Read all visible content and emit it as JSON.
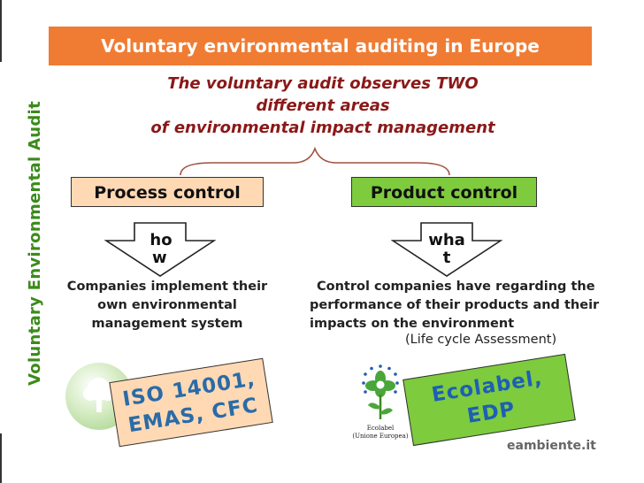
{
  "side_title": "Voluntary Environmental Audit",
  "header": {
    "title": "Voluntary environmental auditing in Europe"
  },
  "subtitle": {
    "line1": "The voluntary audit observes TWO",
    "line2": "different areas",
    "line3": "of environmental impact management"
  },
  "process": {
    "label": "Process control",
    "arrow_line1": "ho",
    "arrow_line2": "w",
    "desc_line1": "Companies implement their",
    "desc_line2": "own environmental",
    "desc_line3": "management system",
    "stamp_line1": "ISO 14001,",
    "stamp_line2": "EMAS, CFC"
  },
  "product": {
    "label": "Product control",
    "arrow_line1": "wha",
    "arrow_line2": "t",
    "desc_line1": "Control companies have regarding the",
    "desc_line2": "performance of their products and their",
    "desc_line3": "impacts on the environment",
    "lca": "(Life cycle Assessment)",
    "stamp_line1": "Ecolabel,",
    "stamp_line2": "EDP"
  },
  "ecolabel_logo": {
    "caption_line1": "Ecolabel",
    "caption_line2": "(Unione Europea)"
  },
  "brand": "eambiente.it",
  "colors": {
    "header_bg": "#f07c33",
    "side_title": "#3a8b1a",
    "subtitle": "#8b1818",
    "process_fill": "#ffd9b4",
    "product_fill": "#7ecb3e",
    "stamp_text": "#2a6ba8"
  }
}
